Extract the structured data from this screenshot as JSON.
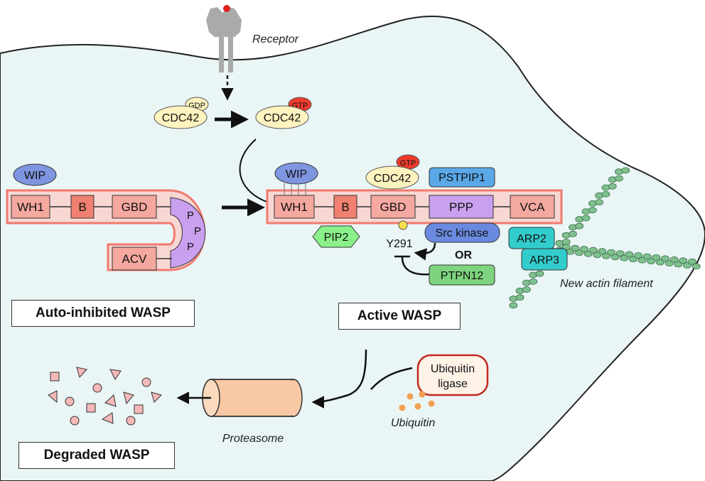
{
  "labels": {
    "receptor": "Receptor",
    "gdp": "GDP",
    "gtp": "GTP",
    "gtp_active": "GTP",
    "cdc42_inactive": "CDC42",
    "cdc42_active": "CDC42",
    "cdc42_bound": "CDC42",
    "wip_left": "WIP",
    "wip_right": "WIP",
    "wh1_left": "WH1",
    "b_left": "B",
    "gbd_left": "GBD",
    "ppp_left_1": "P",
    "ppp_left_2": "P",
    "ppp_left_3": "P",
    "acv": "ACV",
    "wh1_right": "WH1",
    "b_right": "B",
    "gbd_right": "GBD",
    "ppp_right": "PPP",
    "vca": "VCA",
    "pstpip1": "PSTPIP1",
    "pip2": "PIP2",
    "y291": "Y291",
    "src_kinase": "Src kinase",
    "or": "OR",
    "ptpn12": "PTPN12",
    "arp2": "ARP2",
    "arp3": "ARP3",
    "new_actin": "New actin filament",
    "ubiquitin_ligase_1": "Ubiquitin",
    "ubiquitin_ligase_2": "ligase",
    "ubiquitin": "Ubiquitin",
    "proteasome": "Proteasome"
  },
  "captions": {
    "auto_inhibited": "Auto-inhibited WASP",
    "active": "Active WASP",
    "degraded": "Degraded WASP"
  },
  "colors": {
    "cell_fill": "#eaf5f6",
    "wasp_border": "#f07a6e",
    "domain_fill": "#f4a8a0",
    "b_fill": "#f08070",
    "ppp_fill": "#c9a0ef",
    "wip_fill": "#7f95e0",
    "cdc42_fill": "#fff3bf",
    "gtp_fill": "#ee3b2c",
    "pstpip1_fill": "#5aa8e8",
    "pip2_fill": "#8af08a",
    "ptpn12_fill": "#7ed47e",
    "arp_fill": "#33cccc",
    "actin_fill": "#7fc08f",
    "ubiquitin_dot": "#f0a050",
    "proteasome_fill": "#f9c9a5"
  }
}
